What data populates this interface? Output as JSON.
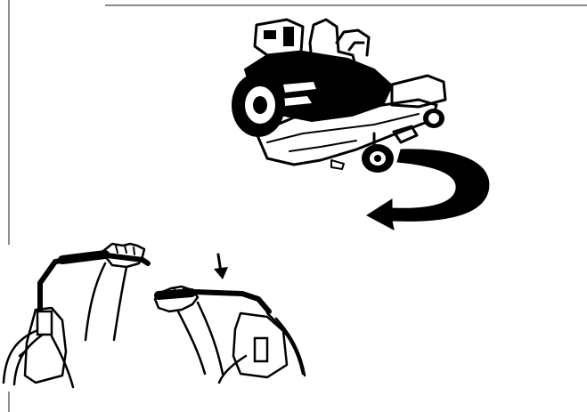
{
  "figure": {
    "colors": {
      "ink": "#000000",
      "frame": "#8c8c8c",
      "paper": "#ffffff"
    },
    "parts": [
      "zero-turn-mower",
      "turn-direction-arrow",
      "left-steering-lever-pushed-forward",
      "right-steering-lever-pulled-back",
      "lever-direction-arrow"
    ]
  }
}
